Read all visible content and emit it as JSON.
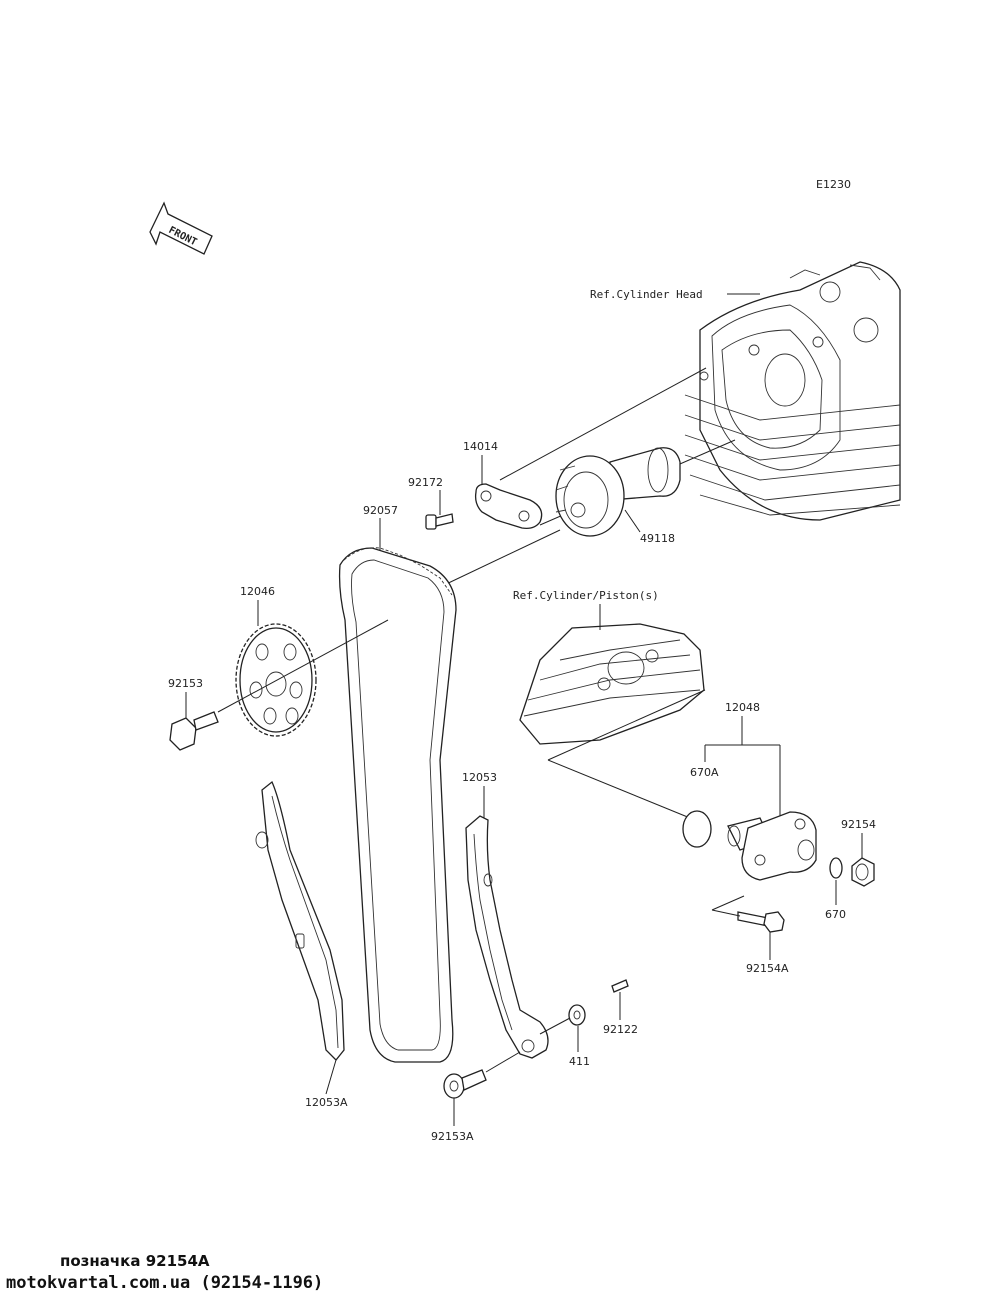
{
  "diagram_id": "E1230",
  "front_label": "FRONT",
  "references": {
    "cylinder_head": "Ref.Cylinder Head",
    "cylinder_piston": "Ref.Cylinder/Piston(s)"
  },
  "parts": {
    "p14014": "14014",
    "p92172": "92172",
    "p92057": "92057",
    "p49118": "49118",
    "p12046": "12046",
    "p92153": "92153",
    "p12048": "12048",
    "p670A": "670A",
    "p12053": "12053",
    "p92154": "92154",
    "p670": "670",
    "p92154A": "92154A",
    "p92122": "92122",
    "p411": "411",
    "p12053A": "12053A",
    "p92153A": "92153A"
  },
  "caption": "позначка 92154A",
  "site": "motokvartal.com.ua (92154-1196)"
}
